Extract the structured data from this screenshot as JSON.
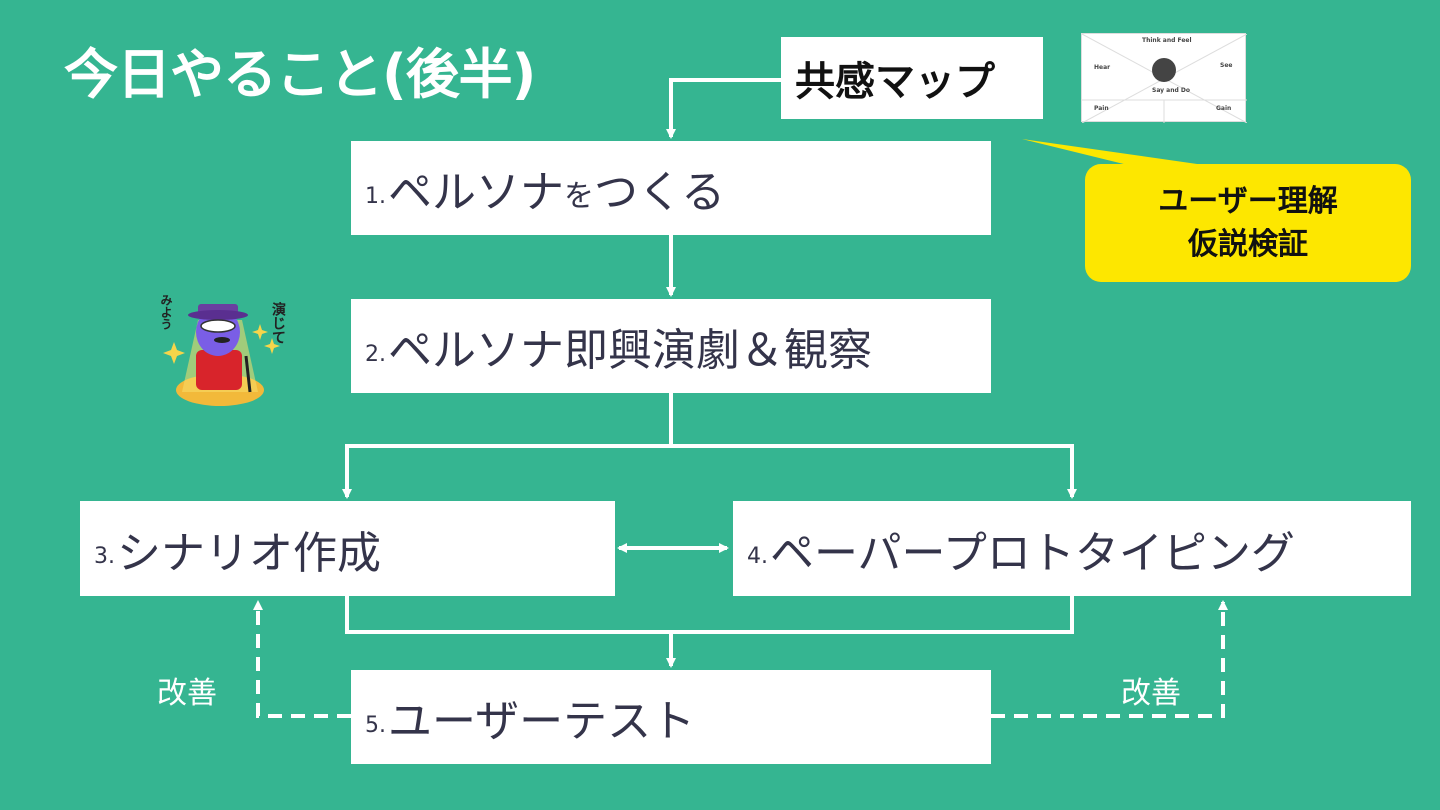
{
  "title": "今日やること(後半)",
  "empathy_map": {
    "label": "共感マップ",
    "thumbnail": {
      "think": "Think and Feel",
      "hear": "Hear",
      "see": "See",
      "say": "Say and Do",
      "pain": "Pain",
      "gain": "Gain"
    }
  },
  "callout": {
    "line1": "ユーザー理解",
    "line2": "仮説検証"
  },
  "steps": [
    {
      "num": "1.",
      "text": "ペルソナ",
      "small": "を",
      "text2": "つくる"
    },
    {
      "num": "2.",
      "text": "ペルソナ即興演劇＆観察"
    },
    {
      "num": "3.",
      "text": "シナリオ作成"
    },
    {
      "num": "4.",
      "text": "ペーパープロトタイピング"
    },
    {
      "num": "5.",
      "text": "ユーザーテスト"
    }
  ],
  "improve_left": "改善",
  "improve_right": "改善",
  "mascot": {
    "caption1": "演じて",
    "caption2": "みよう"
  },
  "colors": {
    "background": "#35b591",
    "box": "#ffffff",
    "callout": "#fde700",
    "text": "#34344a"
  }
}
